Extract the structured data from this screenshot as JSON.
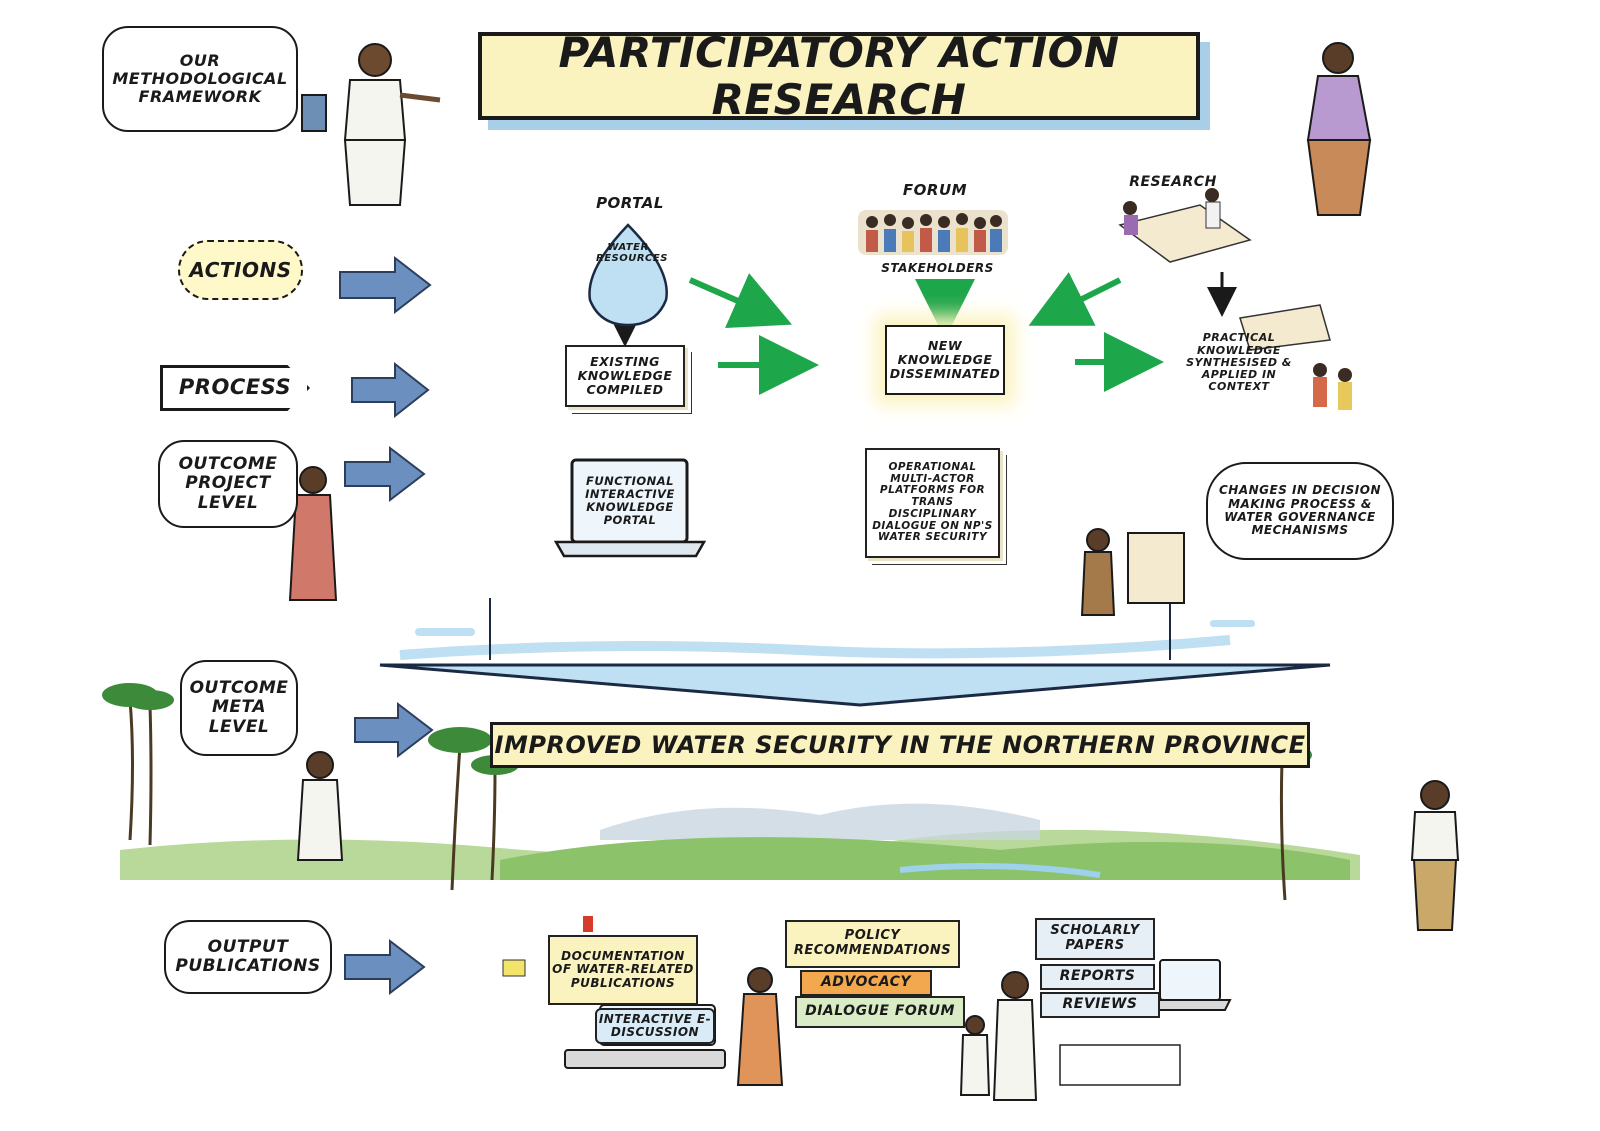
{
  "diagram": {
    "framework_label": "OUR METHODOLOGICAL FRAMEWORK",
    "title": "PARTICIPATORY ACTION RESEARCH",
    "row_labels": {
      "actions": "ACTIONS",
      "process": "PROCESS",
      "outcome_project": "OUTCOME PROJECT LEVEL",
      "outcome_meta": "OUTCOME META LEVEL",
      "output": "OUTPUT PUBLICATIONS"
    },
    "actions": {
      "portal": "PORTAL",
      "water_resources": "WATER RESOURCES",
      "forum": "FORUM",
      "stakeholders": "STAKEHOLDERS",
      "research": "RESEARCH"
    },
    "process": {
      "existing_knowledge": "EXISTING KNOWLEDGE COMPILED",
      "new_knowledge": "NEW KNOWLEDGE DISSEMINATED",
      "practical_knowledge": "PRACTICAL KNOWLEDGE SYNTHESISED & APPLIED IN CONTEXT"
    },
    "outcome_project": {
      "portal": "FUNCTIONAL INTERACTIVE KNOWLEDGE PORTAL",
      "platforms": "OPERATIONAL MULTI-ACTOR PLATFORMS FOR TRANS DISCIPLINARY DIALOGUE ON NP's WATER SECURITY",
      "changes": "CHANGES IN DECISION MAKING PROCESS & WATER GOVERNANCE MECHANISMS"
    },
    "outcome_meta": {
      "banner": "IMPROVED WATER SECURITY IN THE NORTHERN PROVINCE"
    },
    "output": {
      "documentation": "DOCUMENTATION OF WATER-RELATED PUBLICATIONS",
      "e_discussion": "INTERACTIVE E-DISCUSSION",
      "policy": "POLICY RECOMMENDATIONS",
      "advocacy": "ADVOCACY",
      "dialogue_forum": "DIALOGUE FORUM",
      "scholarly": "SCHOLARLY PAPERS",
      "reports": "REPORTS",
      "reviews": "REVIEWS"
    }
  },
  "colors": {
    "banner_yellow": "#fbf3bf",
    "blue_arrow": "#6b8fbf",
    "green_arrow": "#1ea64a",
    "water_blue": "#bfe0f2",
    "grass_green": "#8cc26a"
  }
}
